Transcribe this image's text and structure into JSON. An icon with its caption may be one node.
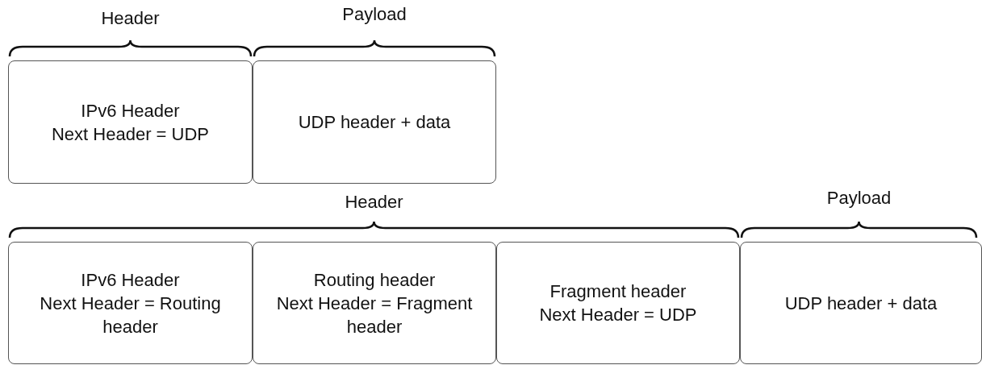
{
  "diagram": {
    "nodes": [
      {
        "text": [
          "IPv6 Header",
          "Next Header = UDP"
        ]
      },
      {
        "text": [
          "UDP header + data"
        ]
      },
      {
        "text": [
          "IPv6 Header",
          "Next Header = Routing header"
        ]
      },
      {
        "text": [
          "Routing header",
          "Next Header = Fragment header"
        ]
      },
      {
        "text": [
          "Fragment header",
          "Next Header = UDP"
        ]
      },
      {
        "text": [
          "UDP header + data"
        ]
      }
    ],
    "labels": [
      "Header",
      "Payload",
      "Header",
      "Payload"
    ]
  }
}
